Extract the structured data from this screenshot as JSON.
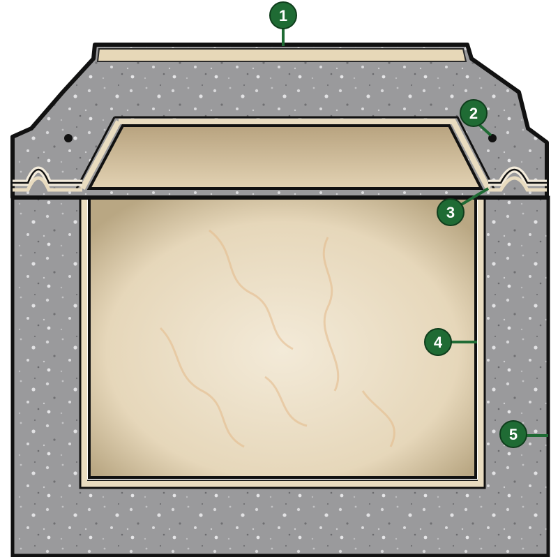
{
  "diagram": {
    "callouts": [
      {
        "id": "callout-1",
        "number": "1"
      },
      {
        "id": "callout-2",
        "number": "2"
      },
      {
        "id": "callout-3",
        "number": "3"
      },
      {
        "id": "callout-4",
        "number": "4"
      },
      {
        "id": "callout-5",
        "number": "5"
      }
    ],
    "colors": {
      "outline": "#111111",
      "concrete": "#9a9a9c",
      "concrete_dark": "#7f7f82",
      "liner": "#e9dcc0",
      "interior": "#ece0c9",
      "interior_shadow": "#c9b894",
      "callout_fill": "#1f6b34",
      "callout_stroke": "#0f3d1c"
    }
  }
}
